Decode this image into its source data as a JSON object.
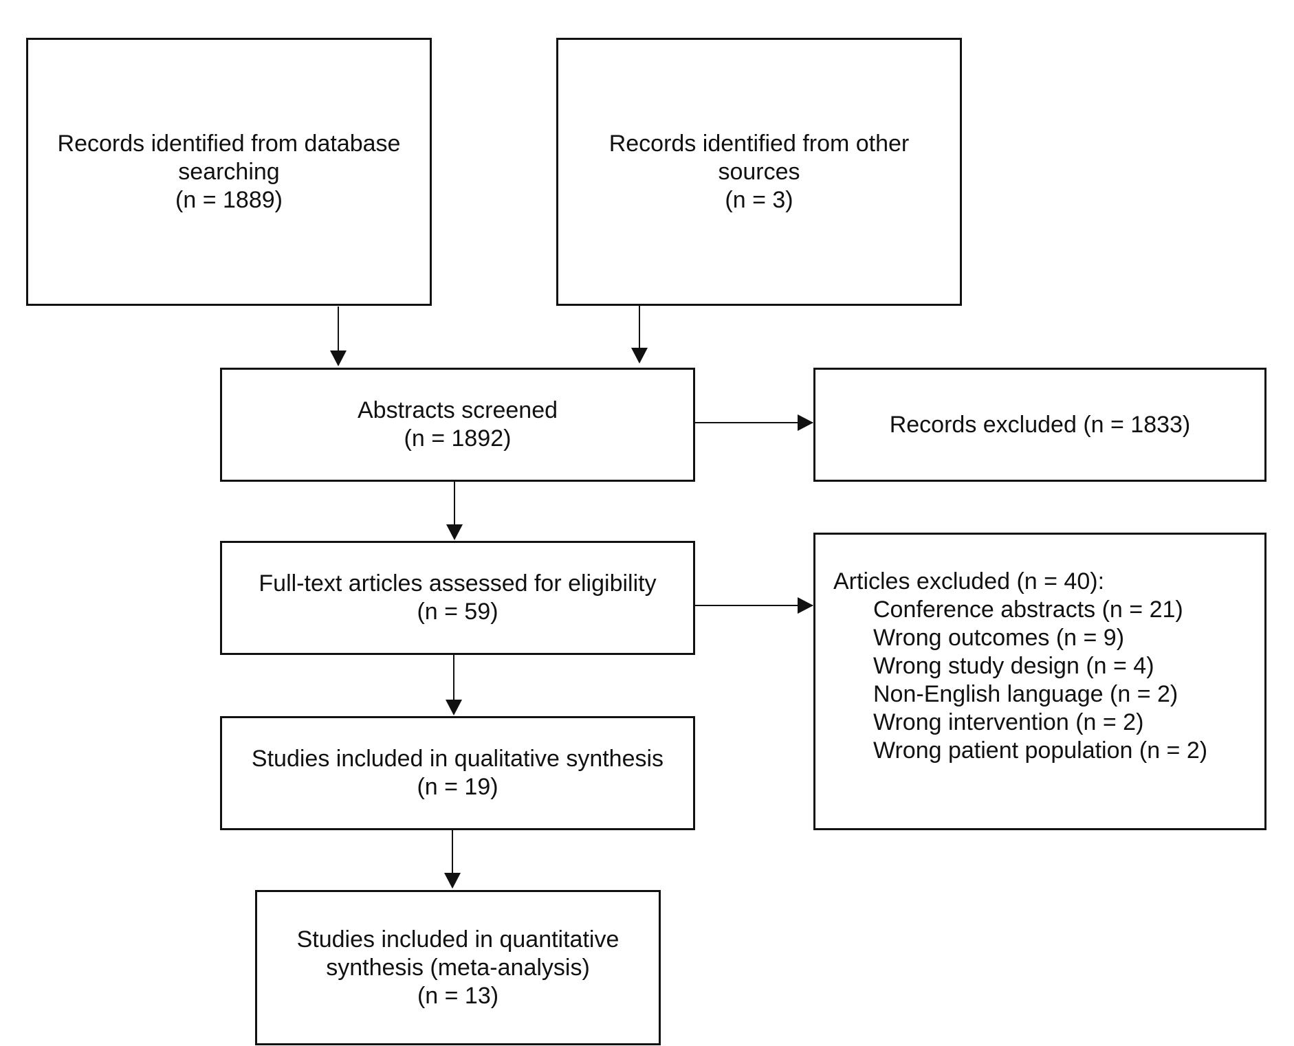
{
  "nodes": {
    "database": {
      "line1": "Records identified from database",
      "line2": "searching",
      "count": "(n = 1889)"
    },
    "other": {
      "line1": "Records identified from other",
      "line2": "sources",
      "count": "(n = 3)"
    },
    "screened": {
      "line1": "Abstracts screened",
      "count": "(n = 1892)"
    },
    "records_excluded": {
      "line1": "Records excluded (n = 1833)"
    },
    "fulltext": {
      "line1": "Full-text articles assessed for eligibility",
      "count": "(n = 59)"
    },
    "articles_excluded": {
      "header": "Articles excluded (n = 40):",
      "reasons": [
        "Conference abstracts (n = 21)",
        "Wrong outcomes (n = 9)",
        "Wrong study design (n = 4)",
        "Non-English language (n = 2)",
        "Wrong intervention (n = 2)",
        "Wrong patient population (n = 2)"
      ]
    },
    "qualitative": {
      "line1": "Studies included in qualitative synthesis",
      "count": "(n = 19)"
    },
    "quantitative": {
      "line1": "Studies included in quantitative",
      "line2": "synthesis (meta-analysis)",
      "count": "(n = 13)"
    }
  },
  "edges": [
    {
      "from": "database",
      "to": "screened"
    },
    {
      "from": "other",
      "to": "screened"
    },
    {
      "from": "screened",
      "to": "records_excluded"
    },
    {
      "from": "screened",
      "to": "fulltext"
    },
    {
      "from": "fulltext",
      "to": "articles_excluded"
    },
    {
      "from": "fulltext",
      "to": "qualitative"
    },
    {
      "from": "qualitative",
      "to": "quantitative"
    }
  ],
  "colors": {
    "line": "#111111",
    "background": "#ffffff"
  }
}
